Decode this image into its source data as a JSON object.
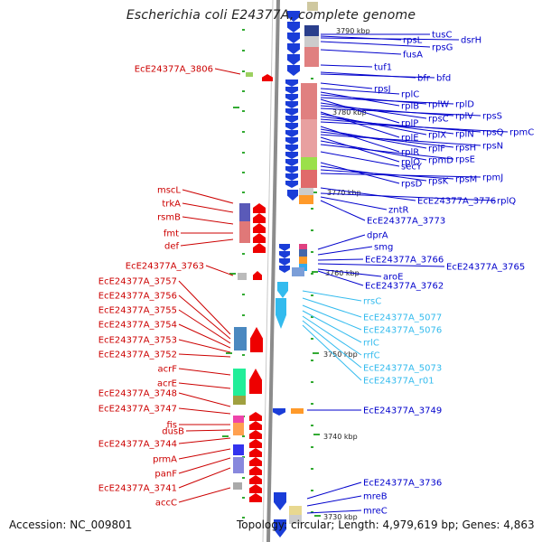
{
  "title": "Escherichia coli E24377A, complete genome",
  "footer": {
    "accession": "Accession: NC_009801",
    "topology": "Topology: circular; Length: 4,979,619 bp; Genes: 4,863"
  },
  "colors": {
    "left_labels": "#cc0000",
    "right_labels": "#0000cc",
    "rna_labels": "#33bbee",
    "axis": "#888888"
  },
  "kbp_labels": [
    "3790 kbp",
    "3780 kbp",
    "3770 kbp",
    "3760 kbp",
    "3750 kbp",
    "3740 kbp",
    "3730 kbp"
  ],
  "left_labels": [
    "EcE24377A_3806",
    "mscL",
    "trkA",
    "rsmB",
    "fmt",
    "def",
    "EcE24377A_3763",
    "EcE24377A_3757",
    "EcE24377A_3756",
    "EcE24377A_3755",
    "EcE24377A_3754",
    "EcE24377A_3753",
    "EcE24377A_3752",
    "acrF",
    "acrE",
    "EcE24377A_3748",
    "EcE24377A_3747",
    "fis",
    "dusB",
    "EcE24377A_3744",
    "prmA",
    "panF",
    "EcE24377A_3741",
    "accC"
  ],
  "right_labels": [
    "tusC",
    "rpsL",
    "dsrH",
    "rpsG",
    "fusA",
    "tuf1",
    "bfr",
    "bfd",
    "rpsJ",
    "rplC",
    "rplB",
    "rplW",
    "rplD",
    "rplP",
    "rpsC",
    "rplV",
    "rpsS",
    "rplE",
    "rplX",
    "rplN",
    "rpsQ",
    "rpmC",
    "rplR",
    "rplF",
    "rpsH",
    "rpsN",
    "rplO",
    "rpmD",
    "rpsE",
    "secY",
    "rpsD",
    "rpsK",
    "rpsM",
    "rpmJ",
    "EcE24377A_3776",
    "rplQ",
    "zntR",
    "EcE24377A_3773",
    "dprA",
    "smg",
    "EcE24377A_3766",
    "EcE24377A_3765",
    "aroE",
    "EcE24377A_3762",
    "rrsC",
    "EcE24377A_5077",
    "EcE24377A_5076",
    "rrlC",
    "rrfC",
    "EcE24377A_5073",
    "EcE24377A_r01",
    "EcE24377A_3749",
    "EcE24377A_3736",
    "mreB",
    "mreC"
  ]
}
